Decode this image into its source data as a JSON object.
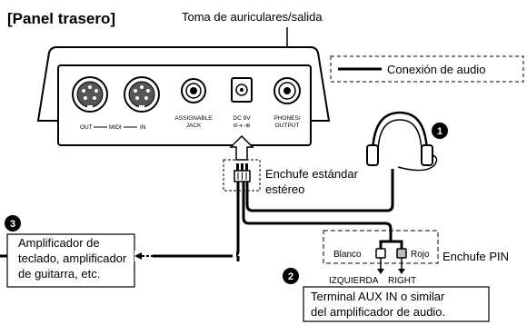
{
  "title": "[Panel trasero]",
  "labels": {
    "headphone_jack": "Toma de auriculares/salida",
    "audio_connection": "Conexión de audio",
    "standard_plug": [
      "Enchufe estándar",
      "estéreo"
    ],
    "pin_plug": "Enchufe PIN",
    "amplifier": [
      "Amplificador de",
      "teclado, amplificador",
      "de guitarra, etc."
    ],
    "aux_terminal": [
      "Terminal AUX IN o similar",
      "del amplificador de audio."
    ],
    "white": "Blanco",
    "red": "Rojo",
    "left": "IZQUIERDA",
    "right": "RIGHT"
  },
  "panel": {
    "out": "OUT",
    "midi": "MIDI",
    "in": "IN",
    "assignable": [
      "ASSIGNABLE",
      "JACK"
    ],
    "dc": "DC 9V",
    "dc_symbol": "⊖-◐-⊕",
    "phones": [
      "PHONES/",
      "OUTPUT"
    ]
  },
  "badges": {
    "one": "1",
    "two": "2",
    "three": "3"
  }
}
